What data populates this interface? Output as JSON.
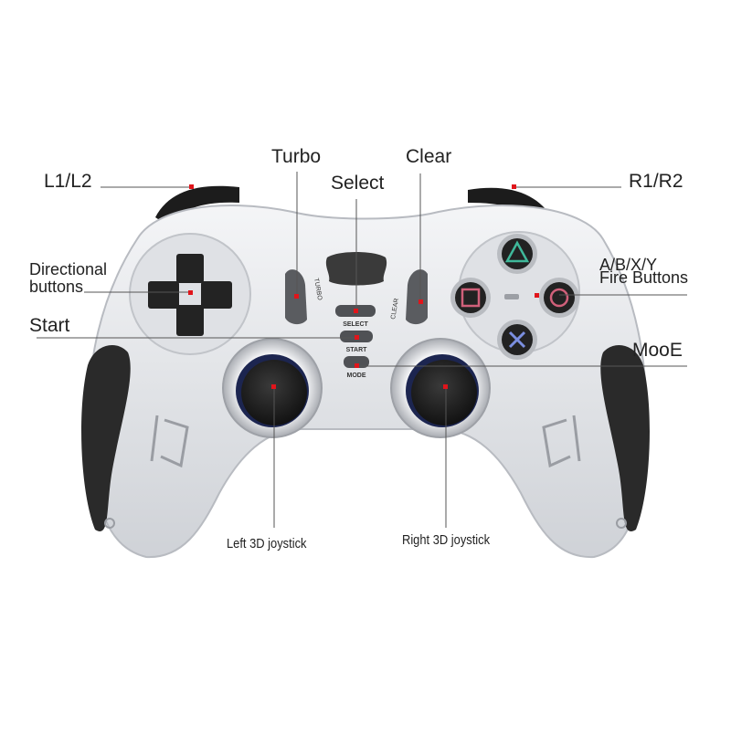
{
  "diagram": {
    "subject": "Wireless gamepad controller",
    "colors": {
      "body": "#e4e6ea",
      "grip": "#2a2a2a",
      "button_dark": "#2b2b2b",
      "callout_dot": "#e0151b",
      "leader_line": "#555555",
      "triangle_glyph": "#3fb89a",
      "square_glyph": "#d0607a",
      "circle_glyph": "#d0607a",
      "cross_glyph": "#7b8fe0"
    },
    "labels": {
      "l1l2": "L1/L2",
      "turbo": "Turbo",
      "select": "Select",
      "clear": "Clear",
      "r1r2": "R1/R2",
      "directional_line1": "Directional",
      "directional_line2": "buttons",
      "start": "Start",
      "fire_line1": "A/B/X/Y",
      "fire_line2": "Fire Buttons",
      "mode": "MooE",
      "left_joystick": "Left 3D joystick",
      "right_joystick": "Right 3D joystick"
    },
    "button_prints": {
      "turbo": "TURBO",
      "clear": "CLEAR",
      "select": "SELECT",
      "start": "START",
      "mode": "MODE"
    }
  }
}
